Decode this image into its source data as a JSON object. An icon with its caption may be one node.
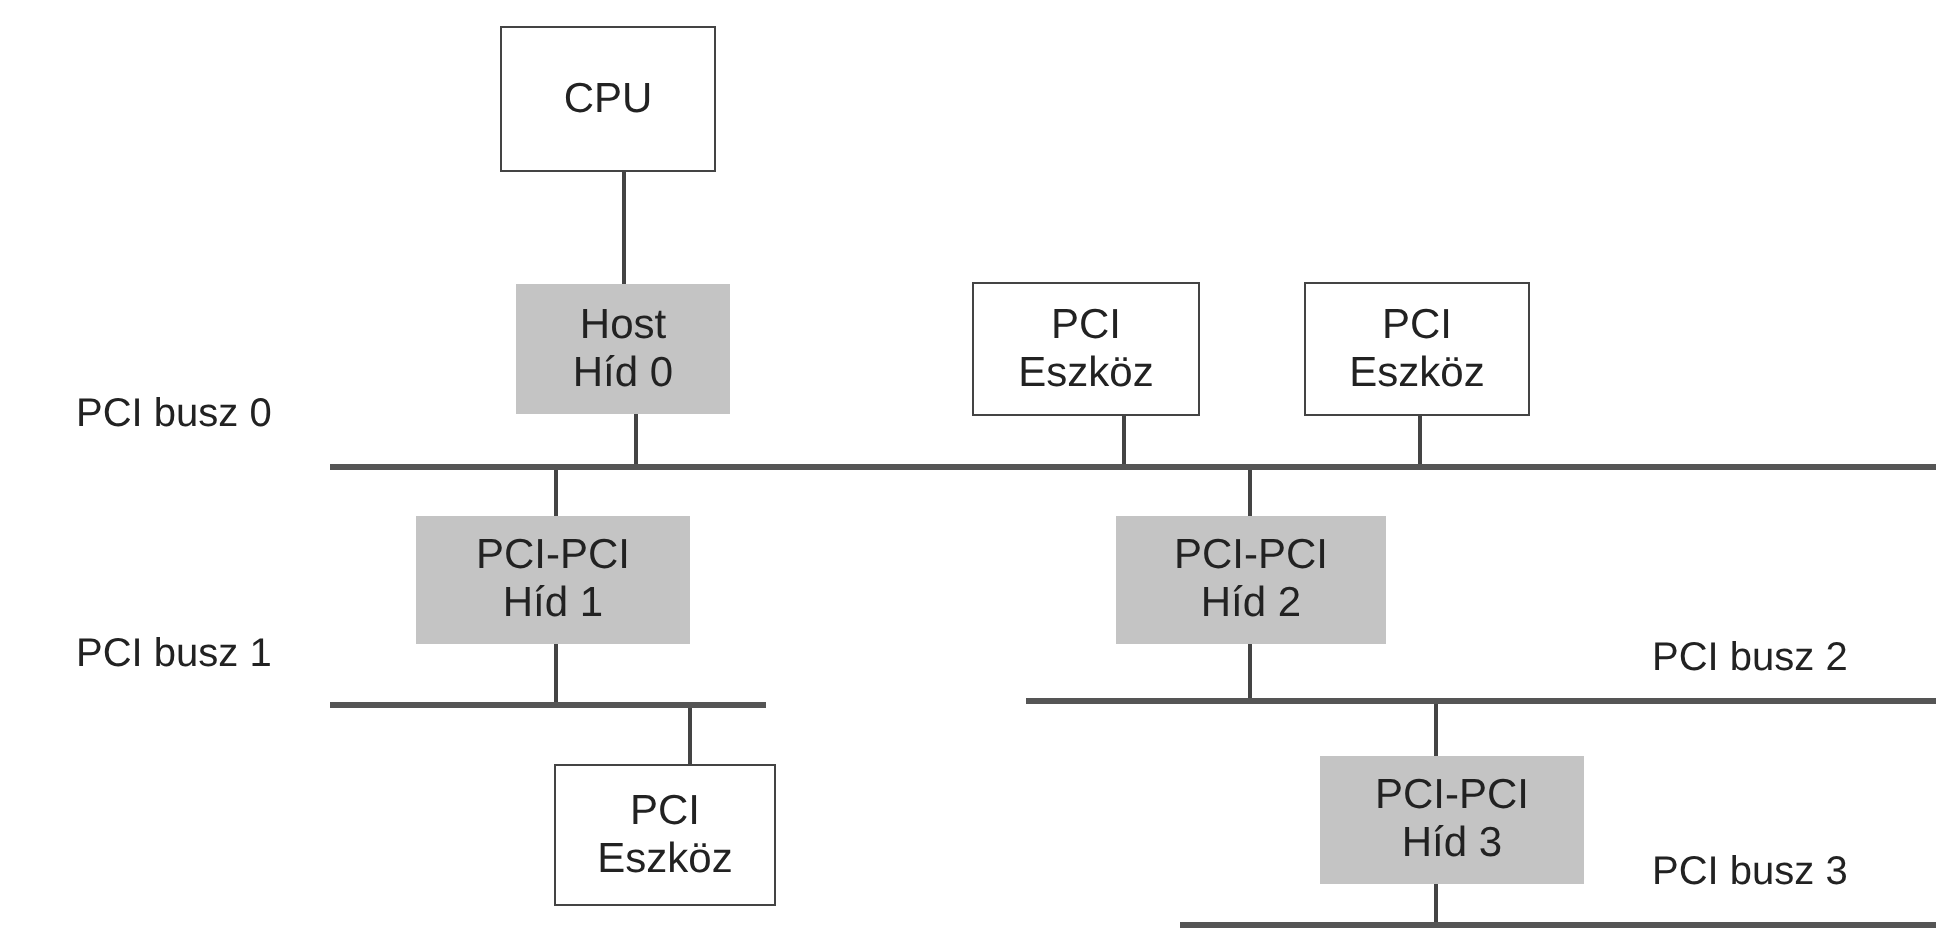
{
  "diagram": {
    "nodes": [
      {
        "text": [
          "CPU"
        ]
      },
      {
        "text": [
          "Host Híd 0"
        ]
      },
      {
        "text": [
          "PCI Eszköz"
        ]
      },
      {
        "text": [
          "PCI Eszköz"
        ]
      },
      {
        "text": [],
        "shape": "bar",
        "beside": [
          "PCI busz 0"
        ]
      },
      {
        "text": [
          "PCI-PCI Híd 1"
        ]
      },
      {
        "text": [
          "PCI-PCI Híd 2"
        ]
      },
      {
        "text": [],
        "shape": "bar",
        "beside": [
          "PCI busz 1"
        ]
      },
      {
        "text": [],
        "shape": "bar",
        "beside": [
          "PCI busz 2"
        ]
      },
      {
        "text": [
          "PCI Eszköz"
        ]
      },
      {
        "text": [
          "PCI-PCI Híd 3"
        ]
      },
      {
        "text": [],
        "shape": "bar",
        "beside": [
          "PCI busz 3"
        ]
      }
    ],
    "edges": [
      {
        "from": 0,
        "to": 1,
        "arrow": "none"
      },
      {
        "from": 1,
        "to": 4,
        "arrow": "none"
      },
      {
        "from": 2,
        "to": 4,
        "arrow": "none"
      },
      {
        "from": 3,
        "to": 4,
        "arrow": "none"
      },
      {
        "from": 4,
        "to": 5,
        "arrow": "none"
      },
      {
        "from": 4,
        "to": 6,
        "arrow": "none"
      },
      {
        "from": 5,
        "to": 7,
        "arrow": "none"
      },
      {
        "from": 6,
        "to": 8,
        "arrow": "none"
      },
      {
        "from": 7,
        "to": 9,
        "arrow": "none"
      },
      {
        "from": 8,
        "to": 10,
        "arrow": "none"
      },
      {
        "from": 10,
        "to": 11,
        "arrow": "none"
      }
    ]
  }
}
